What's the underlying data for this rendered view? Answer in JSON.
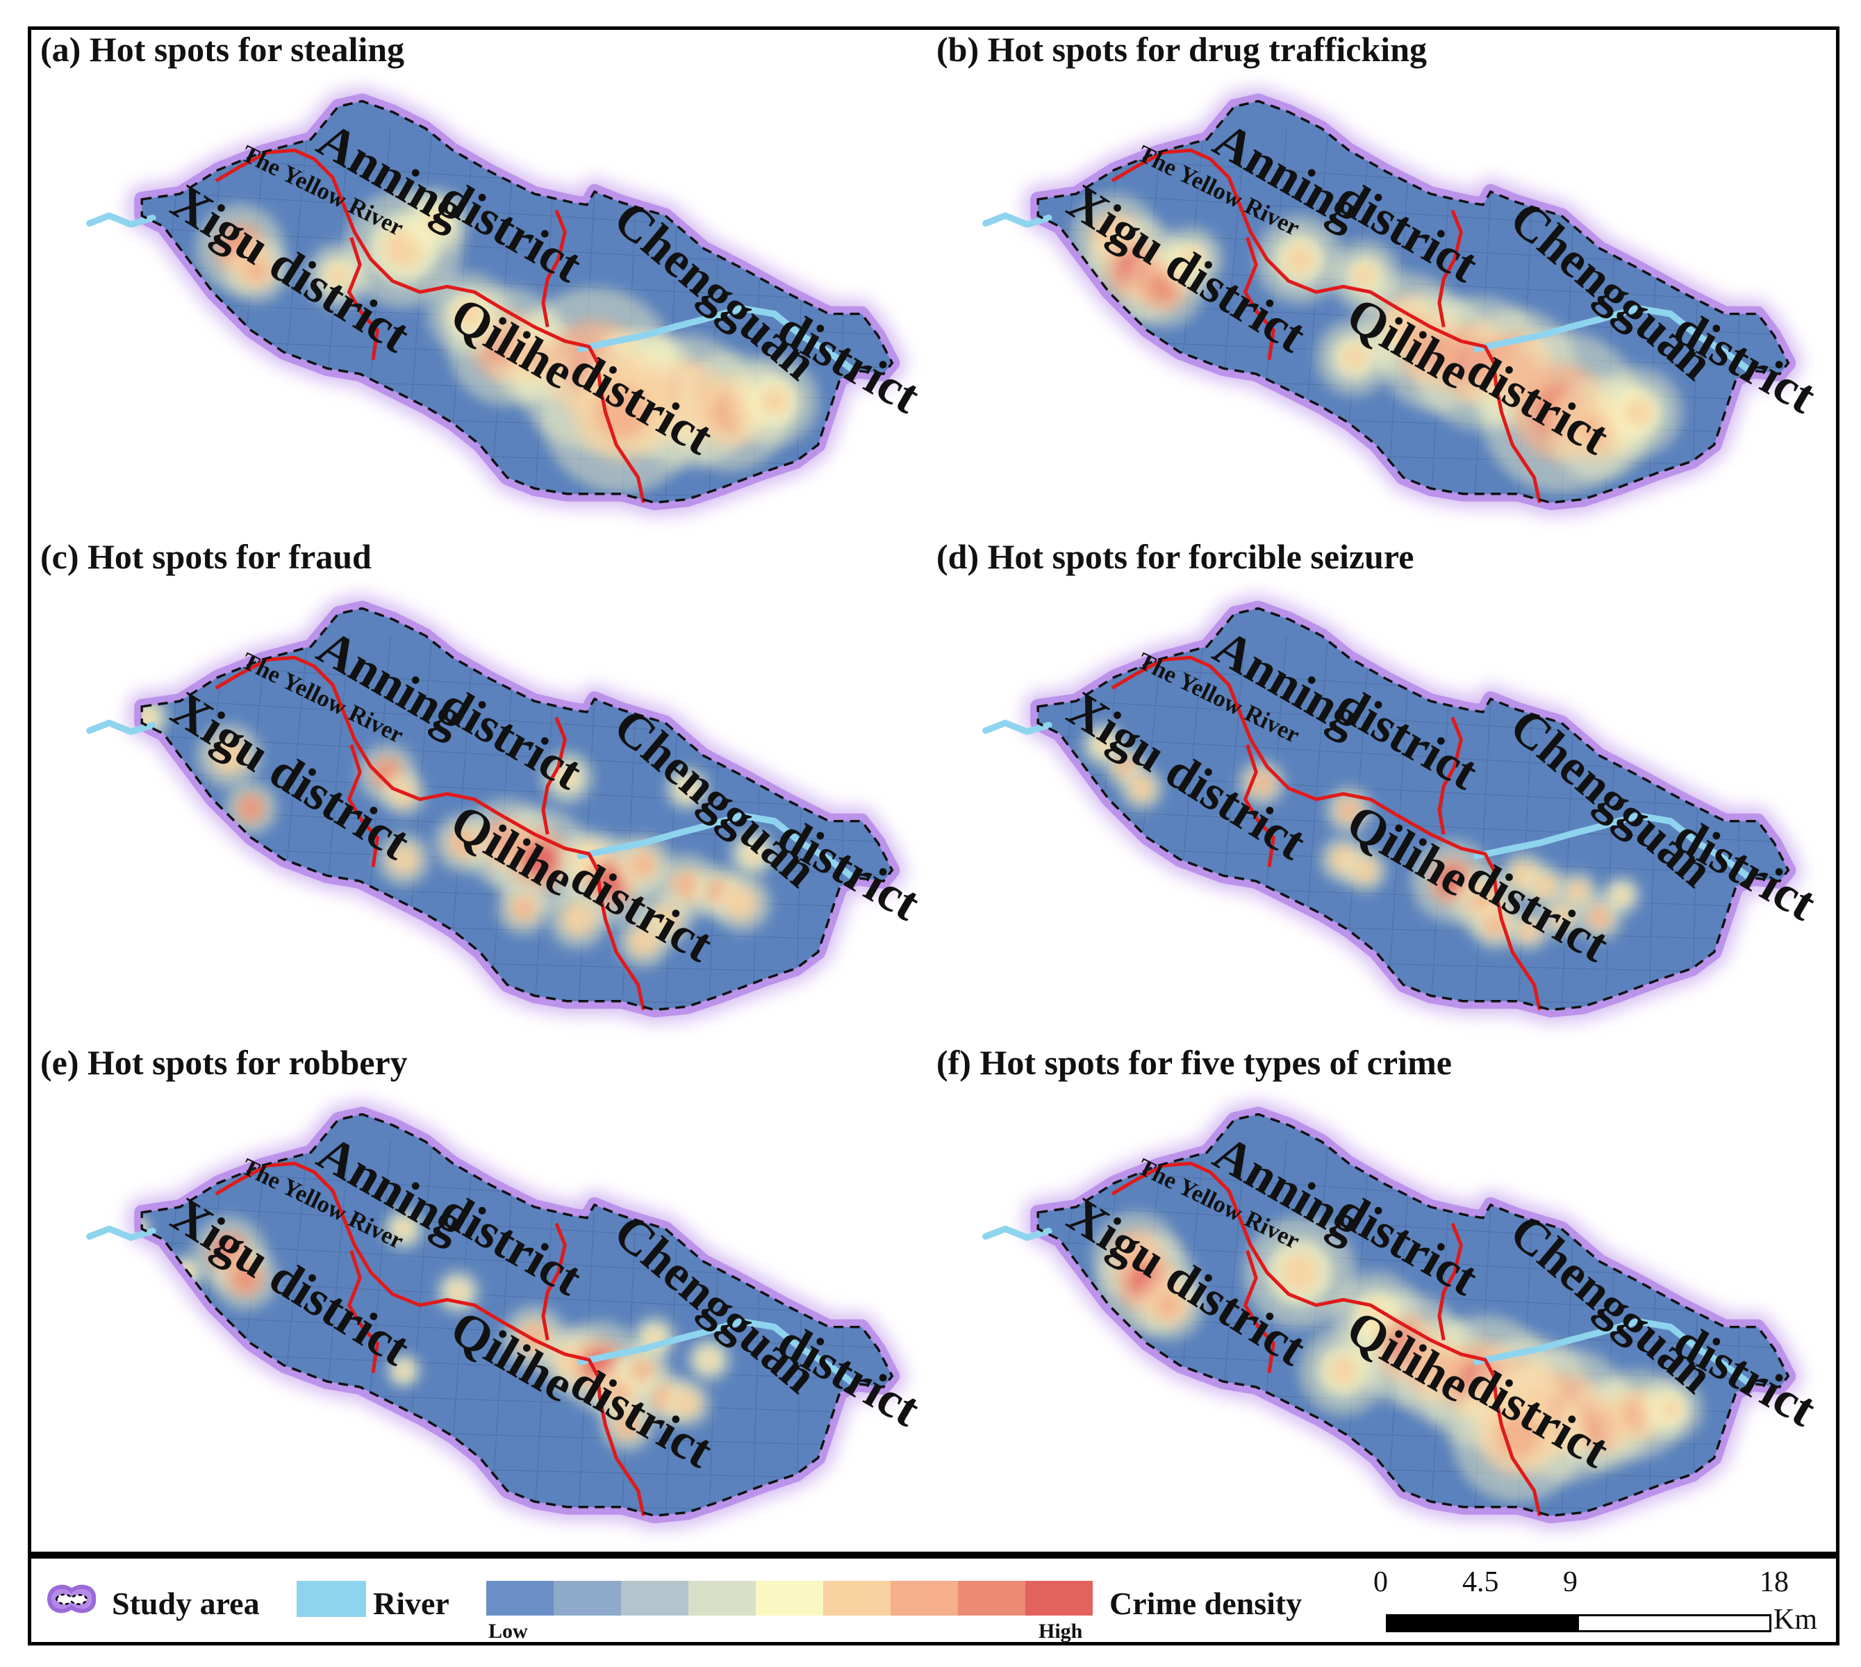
{
  "panels": [
    {
      "title": "(a) Hot spots for stealing"
    },
    {
      "title": "(b) Hot spots for drug trafficking"
    },
    {
      "title": "(c) Hot spots for fraud"
    },
    {
      "title": "(d) Hot spots for forcible seizure"
    },
    {
      "title": "(e) Hot spots for robbery"
    },
    {
      "title": "(f) Hot spots for five types of crime"
    }
  ],
  "labels": {
    "anning": "Anning",
    "anning_district": "district",
    "xigu": "Xigu district",
    "qilihe": "Qilihe",
    "qilihe_district": "district",
    "chengguan": "Chengguan",
    "chengguan_district": "district",
    "yellow_river": "The Yellow River"
  },
  "legend": {
    "study_area": "Study area",
    "river": "River",
    "crime_density": "Crime density",
    "low": "Low",
    "high": "High",
    "ramp_colors": [
      "#6a8fc6",
      "#8ea9ca",
      "#b4c4cd",
      "#d8e0c8",
      "#fbf7c3",
      "#f8d3a1",
      "#f3b08a",
      "#ec8b73",
      "#e2625e"
    ],
    "scale_ticks": [
      "0",
      "4.5",
      "9",
      "18"
    ],
    "scale_unit": "Km"
  },
  "colors": {
    "map_fill": "#5b82bd",
    "halo": "#b68ae8",
    "boundary_red": "#e01a1a",
    "river": "#8fd4ee",
    "hot_high": "#e2625e",
    "hot_mid": "#f3b08a",
    "hot_low": "#fbf7c3"
  }
}
